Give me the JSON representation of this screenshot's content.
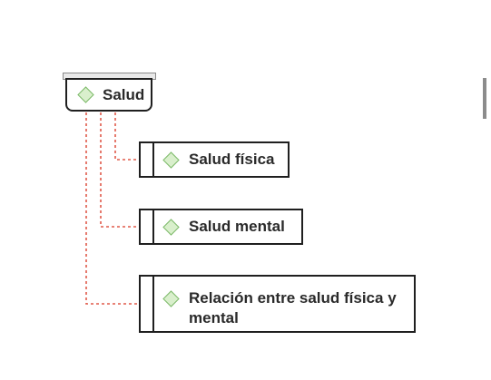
{
  "diagram": {
    "root": {
      "label": "Salud"
    },
    "children": [
      {
        "label": "Salud física"
      },
      {
        "label": "Salud mental"
      },
      {
        "label": "Relación entre salud física y mental"
      }
    ]
  },
  "colors": {
    "connector": "#e05a4a",
    "diamond_fill": "#d9efcc",
    "diamond_stroke": "#7dba6a",
    "border": "#1f1f1f",
    "text": "#2a2a2a"
  },
  "icons": {
    "node_icon": "topic-diamond-icon"
  }
}
